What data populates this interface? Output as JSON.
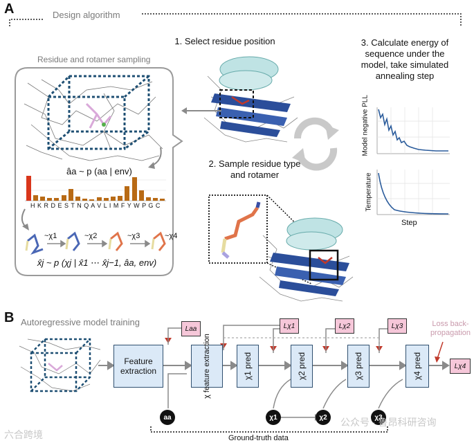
{
  "panel_a": {
    "letter": "A",
    "title": "Design algorithm",
    "step1": "1. Select residue position",
    "step2_line1": "2. Sample residue type",
    "step2_line2": "and rotamer",
    "step3_lines": [
      "3. Calculate energy of",
      "sequence under the",
      "model, take simulated",
      "annealing step"
    ],
    "sampling_title": "Residue and rotamer sampling",
    "aa_formula": "âa ~ p (aa | env)",
    "aa_letters": "H K R D E S T N Q A V L I M F Y W P G C",
    "chi_labels": [
      "~χ1",
      "~χ2",
      "~χ3",
      "~χ4"
    ],
    "chi_formula": "x̂j ~ p (χj | x̂1 ⋯ x̂j−1, âa, env)",
    "plot1_ylabel": "Model negative PLL",
    "plot2_ylabel": "Temperature",
    "plot_xlabel": "Step"
  },
  "panel_b": {
    "letter": "B",
    "title": "Autoregressive model training",
    "feature_box": "Feature extraction",
    "chi_feature_box": "χ feature extraction",
    "pred_boxes": [
      "χ1 pred",
      "χ2 pred",
      "χ3 pred",
      "χ4 pred"
    ],
    "loss_labels": [
      "Laa",
      "Lχ1",
      "Lχ2",
      "Lχ3",
      "Lχ4"
    ],
    "inputs": [
      "aa",
      "χ1",
      "χ2",
      "χ3"
    ],
    "loss_note_line1": "Loss back-",
    "loss_note_line2": "propagation",
    "ground_truth": "Ground-truth data"
  },
  "watermark_left": "六合跨境",
  "watermark_right": "公众号 · 鲁昂科研咨询",
  "colors": {
    "blue_box": "#dbe9f7",
    "pink_box": "#f6c7d9",
    "arrow_red": "#c0392b",
    "helix": "#bfe3e4",
    "sheet": "#2b4e9a",
    "curve": "#2a5b9b",
    "bar_red": "#d9361b",
    "bar_orange": "#b86a15"
  },
  "aa_bar_values": [
    0.95,
    0.2,
    0.15,
    0.1,
    0.1,
    0.22,
    0.45,
    0.15,
    0.08,
    0.05,
    0.12,
    0.1,
    0.15,
    0.18,
    0.55,
    0.9,
    0.4,
    0.12,
    0.1,
    0.08
  ]
}
